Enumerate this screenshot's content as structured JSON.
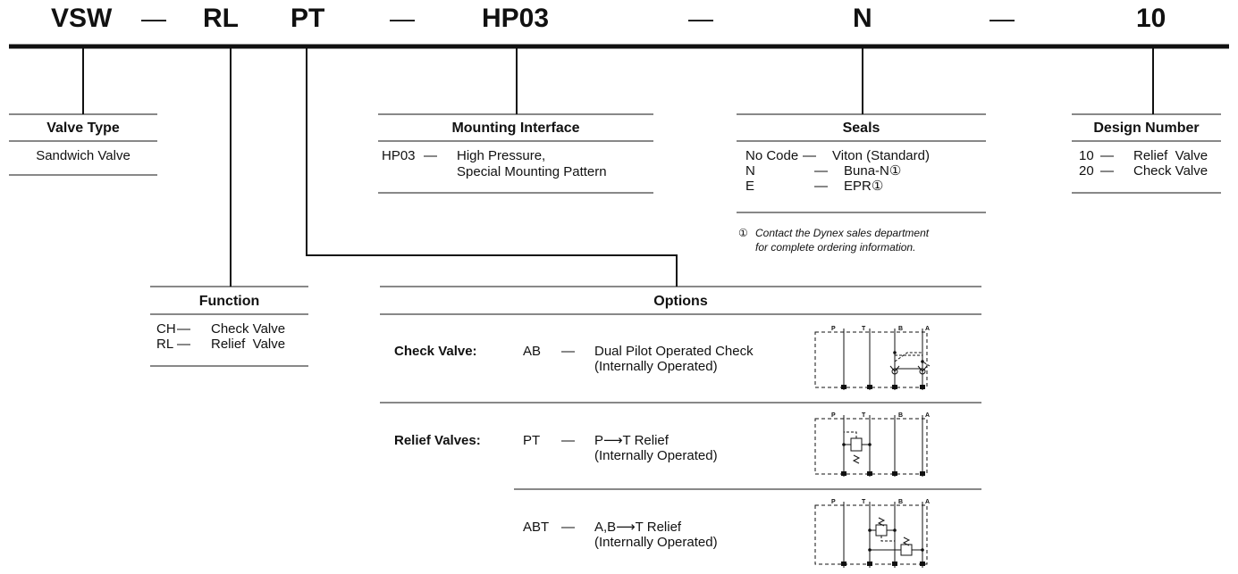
{
  "codes": {
    "valve_type": "VSW",
    "function": "RL",
    "options": "PT",
    "mounting": "HP03",
    "seals": "N",
    "design": "10",
    "dash": "—"
  },
  "valve_type": {
    "header": "Valve Type",
    "lines": [
      "Sandwich Valve"
    ]
  },
  "mounting_interface": {
    "header": "Mounting Interface",
    "code": "HP03",
    "dash": "—",
    "desc": [
      "High Pressure,",
      "Special Mounting Pattern"
    ]
  },
  "seals": {
    "header": "Seals",
    "rows": [
      {
        "code": "No Code",
        "dash": "—",
        "desc": "Viton (Standard)"
      },
      {
        "code": "N",
        "dash": "—",
        "desc": "Buna-N①"
      },
      {
        "code": "E",
        "dash": "—",
        "desc": "EPR①"
      }
    ],
    "note_mark": "①",
    "note_lines": [
      "Contact the Dynex sales department",
      "for complete ordering  information."
    ]
  },
  "design_number": {
    "header": "Design Number",
    "rows": [
      {
        "code": "10",
        "dash": "—",
        "desc": "Relief  Valve"
      },
      {
        "code": "20",
        "dash": "—",
        "desc": "Check Valve"
      }
    ]
  },
  "function": {
    "header": "Function",
    "rows": [
      {
        "code": "CH",
        "dash": "—",
        "desc": "Check Valve"
      },
      {
        "code": "RL",
        "dash": "—",
        "desc": "Relief  Valve"
      }
    ]
  },
  "options": {
    "header": "Options",
    "groups": [
      {
        "label": "Check Valve:",
        "code": "AB",
        "dash": "—",
        "desc": [
          "Dual Pilot Operated Check",
          "(Internally Operated)"
        ]
      },
      {
        "label": "Relief Valves:",
        "code": "PT",
        "dash": "—",
        "desc": [
          "P⟶T Relief",
          "(Internally Operated)"
        ]
      },
      {
        "label": "",
        "code": "ABT",
        "dash": "—",
        "desc": [
          "A,B⟶T Relief",
          "(Internally Operated)"
        ]
      }
    ],
    "port_labels": [
      "P",
      "T",
      "B",
      "A"
    ]
  }
}
